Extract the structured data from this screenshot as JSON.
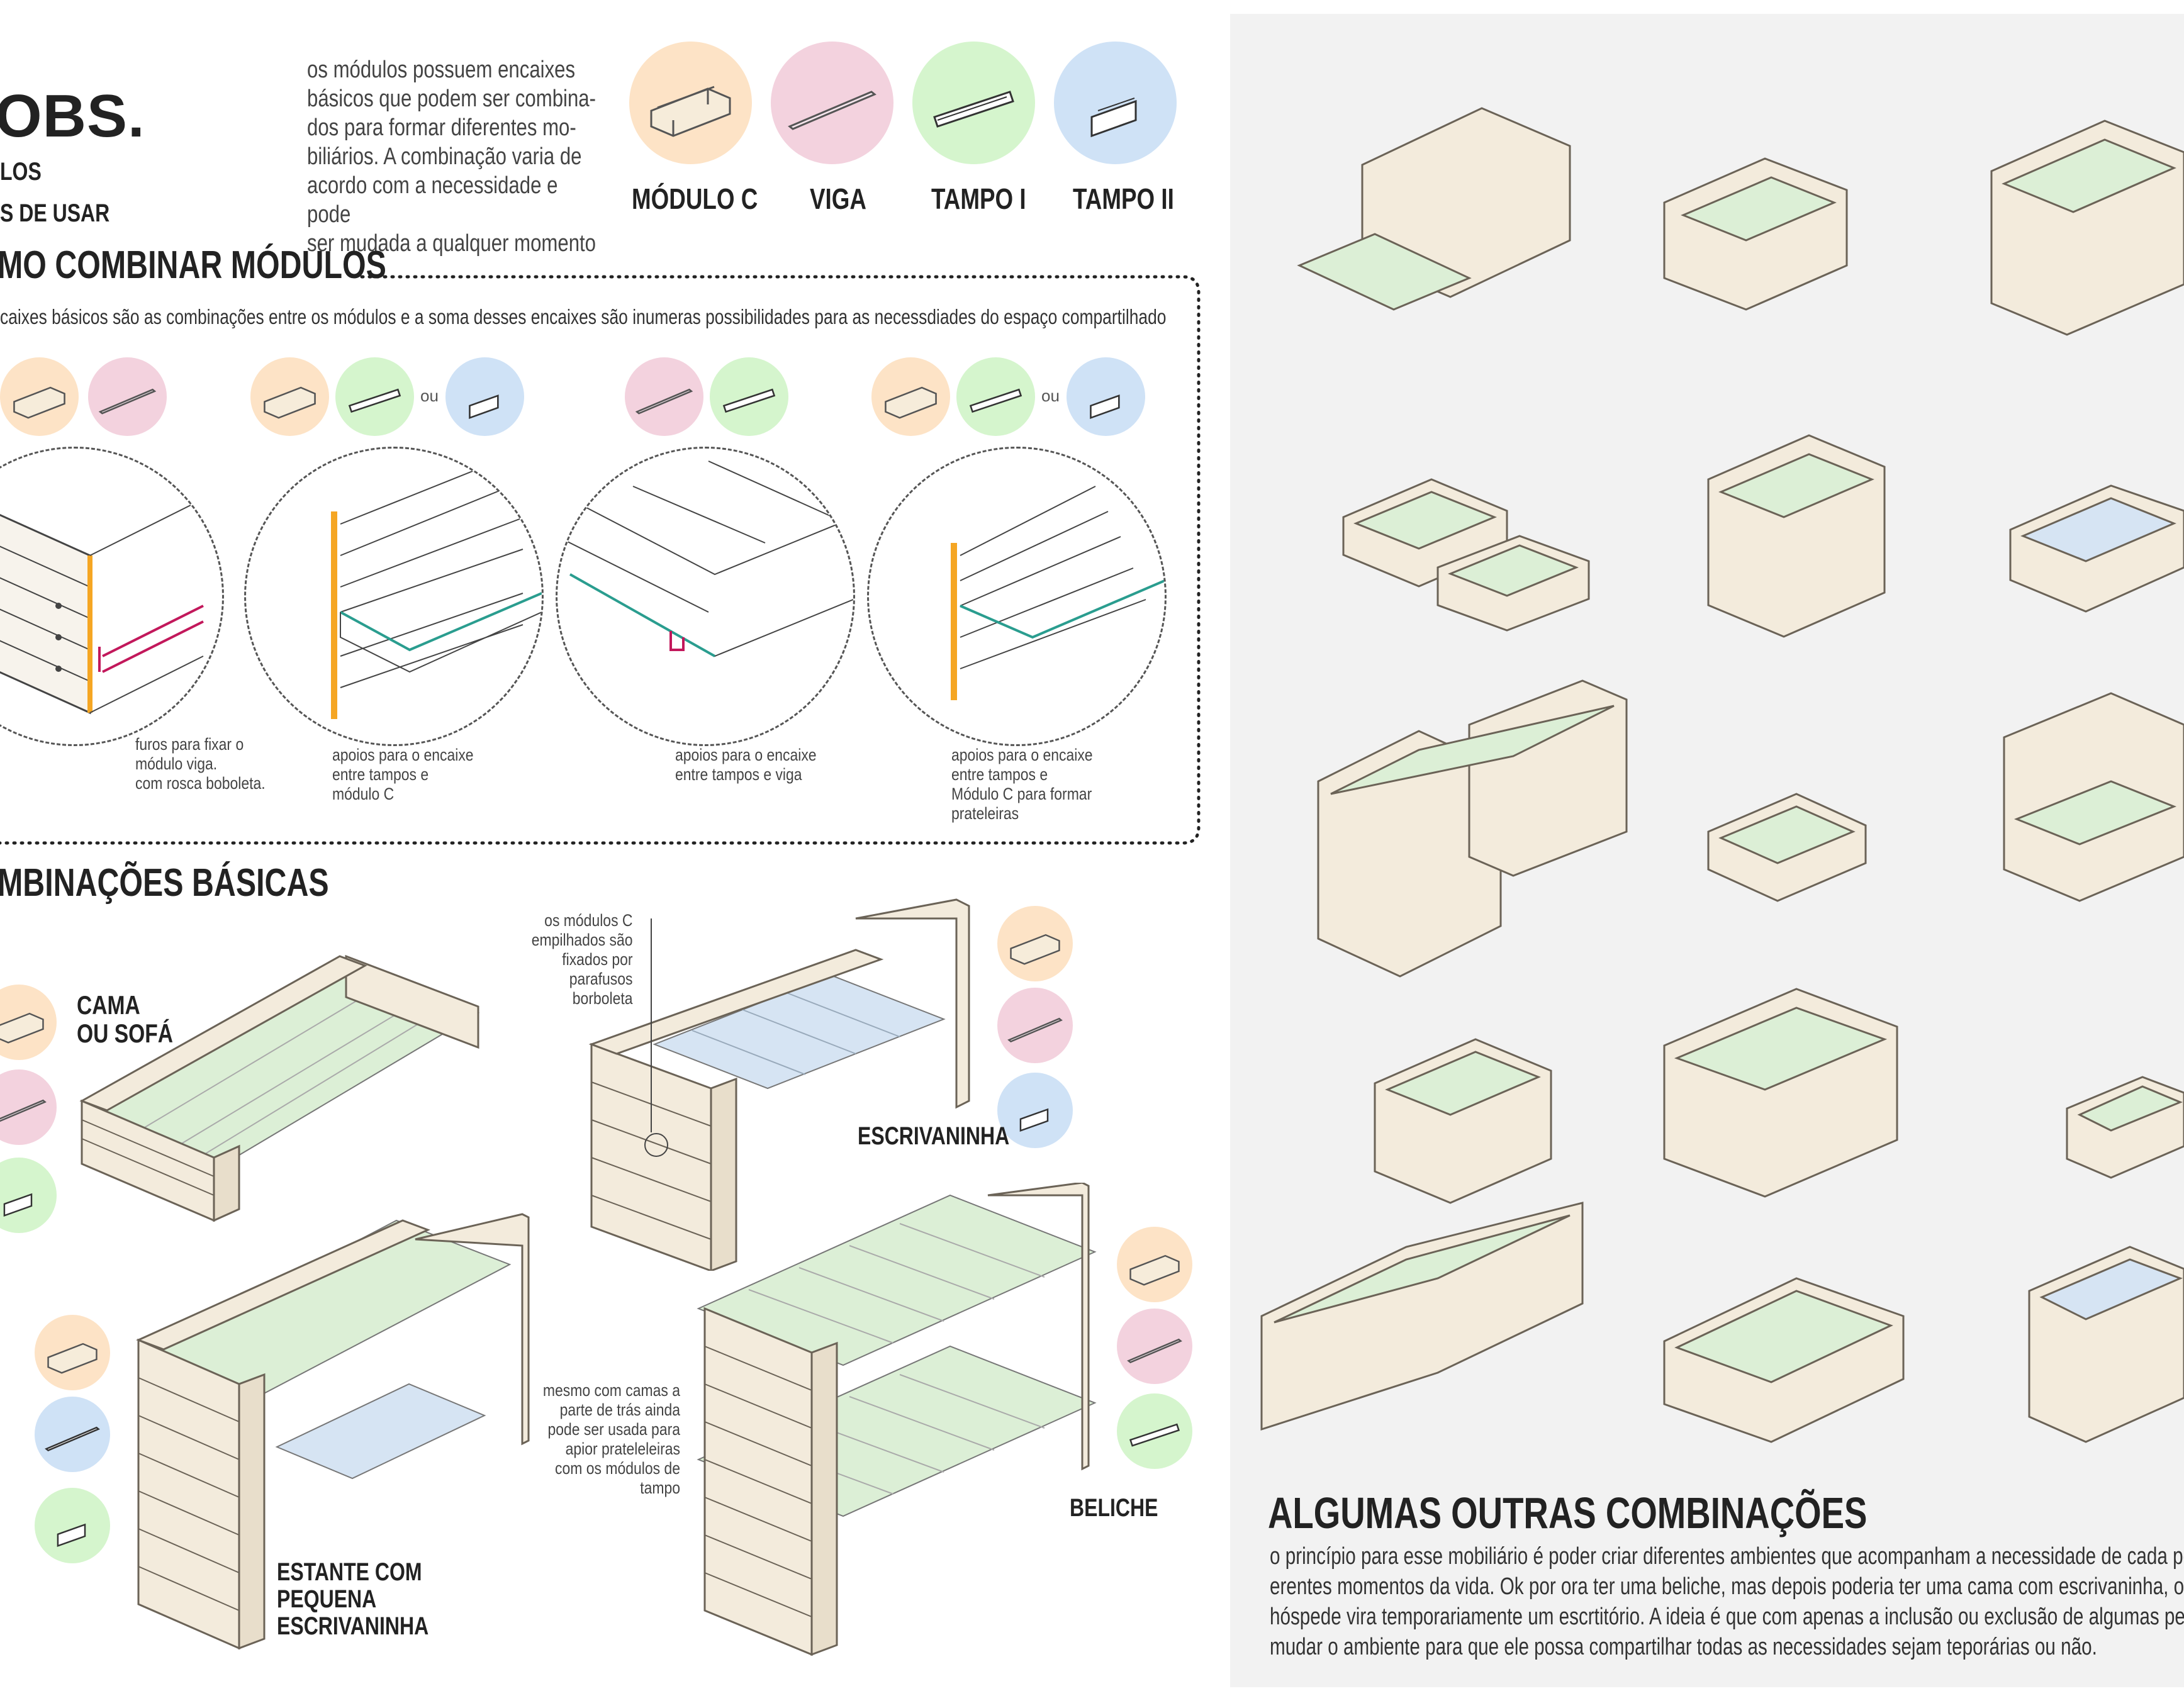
{
  "header": {
    "title": "OBS.",
    "subtitle_lines": [
      "LOS",
      "S DE USAR"
    ],
    "intro_text": [
      "os módulos possuem encaixes",
      "básicos que podem ser combina-",
      "dos para formar diferentes mo-",
      "biliários. A combinação varia de",
      "acordo com a necessidade e pode",
      "ser mudada a qualquer momento"
    ]
  },
  "legend": {
    "items": [
      {
        "label": "MÓDULO C",
        "color": "#fde3c6",
        "icon": "module-c-icon"
      },
      {
        "label": "VIGA",
        "color": "#f3d2de",
        "icon": "beam-icon"
      },
      {
        "label": "TAMPO I",
        "color": "#d5f5cd",
        "icon": "top-panel-i-icon"
      },
      {
        "label": "TAMPO II",
        "color": "#cfe2f6",
        "icon": "top-panel-ii-icon"
      }
    ]
  },
  "combine": {
    "title": "MO COMBINAR MÓDULOS",
    "description": "caixes básicos são as combinações entre os módulos e a soma desses encaixes são inumeras possibilidades  para as necessdiades do espaço compartilhado",
    "or_label": "ou",
    "notes": [
      [
        "furos para fixar o",
        "módulo viga.",
        "com rosca boboleta."
      ],
      [
        "apoios para o encaixe",
        "entre tampos e",
        "módulo C"
      ],
      [
        "apoios para o encaixe",
        "entre tampos e viga"
      ],
      [
        "apoios para o encaixe",
        "entre tampos e",
        "Módulo C para formar",
        "prateleiras"
      ]
    ]
  },
  "basic": {
    "title": "MBINAÇÕES BÁSICAS",
    "labels": {
      "bed": [
        "CAMA",
        "OU SOFÁ"
      ],
      "desk": [
        "ESCRIVANINHA"
      ],
      "shelf": [
        "ESTANTE COM",
        "PEQUENA",
        "ESCRIVANINHA"
      ],
      "bunk": [
        "BELICHE"
      ]
    },
    "desk_note": [
      "os módulos C",
      "empilhados são",
      "fixados por parafusos",
      "borboleta"
    ],
    "bunk_note": [
      "mesmo com camas a",
      "parte de trás ainda",
      "pode ser usada para",
      "apior prateleleiras",
      "com os módulos de",
      "tampo"
    ]
  },
  "others": {
    "title": "ALGUMAS OUTRAS COMBINAÇÕES",
    "text": [
      "o princípio para esse mobiliário é poder criar diferentes ambientes que acompanham a necessidade de cada pessoa",
      "erentes momentos da vida. Ok por ora ter uma beliche, mas depois poderia ter uma cama com escrivaninha, ou o qua",
      "hóspede vira temporariamente um escrtitório. A ideia é que com apenas a inclusão ou exclusão de algumas peças, p",
      "mudar o ambiente para que ele possa compartilhar todas as necessidades sejam teporárias ou não."
    ]
  },
  "colors": {
    "wood": "#f3ebdc",
    "wood_stroke": "#6b6357",
    "green_panel": "#dcefd6",
    "blue_panel": "#d6e4f3",
    "accent_orange": "#f5a623",
    "accent_red": "#c2185b"
  }
}
